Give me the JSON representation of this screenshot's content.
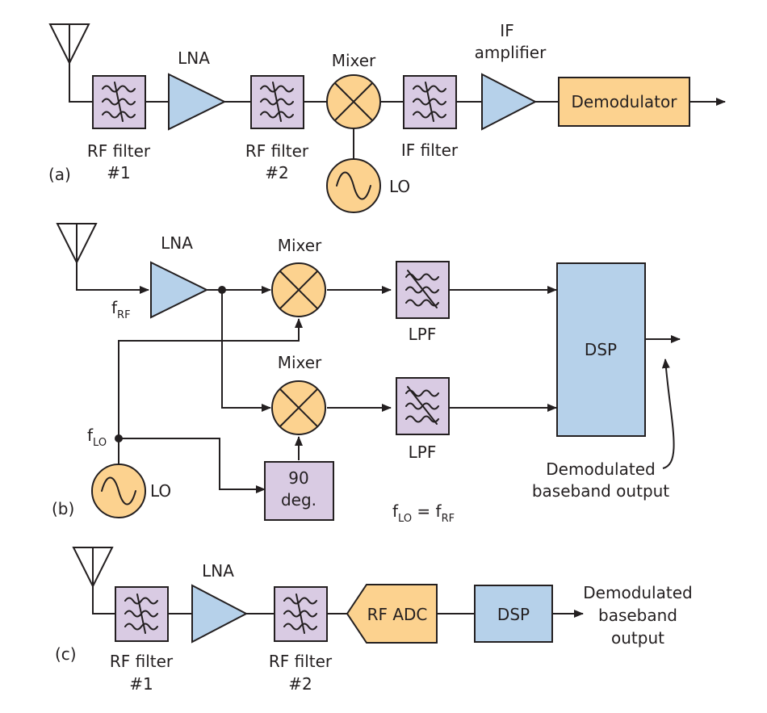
{
  "panel_a": {
    "tag": "(a)",
    "rf_filter1": [
      "RF filter",
      "#1"
    ],
    "lna": "LNA",
    "rf_filter2": [
      "RF filter",
      "#2"
    ],
    "mixer": "Mixer",
    "lo": "LO",
    "if_filter": "IF filter",
    "if_amp": [
      "IF",
      "amplifier"
    ],
    "demodulator": "Demodulator"
  },
  "panel_b": {
    "tag": "(b)",
    "lna": "LNA",
    "mixer_top": "Mixer",
    "mixer_bottom": "Mixer",
    "lpf_top": "LPF",
    "lpf_bottom": "LPF",
    "dsp": "DSP",
    "lo": "LO",
    "phase": [
      "90",
      "deg."
    ],
    "f_rf": {
      "base": "f",
      "sub": "RF"
    },
    "f_lo": {
      "base": "f",
      "sub": "LO"
    },
    "equation": {
      "lhs_base": "f",
      "lhs_sub": "LO",
      "op": " = ",
      "rhs_base": "f",
      "rhs_sub": "RF"
    },
    "output": [
      "Demodulated",
      "baseband output"
    ]
  },
  "panel_c": {
    "tag": "(c)",
    "rf_filter1": [
      "RF filter",
      "#1"
    ],
    "lna": "LNA",
    "rf_filter2": [
      "RF filter",
      "#2"
    ],
    "adc": "RF ADC",
    "dsp": "DSP",
    "output": [
      "Demodulated",
      "baseband",
      "output"
    ]
  },
  "colors": {
    "filter": "#d9cbe3",
    "amplifier": "#b6d1ea",
    "orange": "#fcd28f",
    "line": "#231f20"
  }
}
